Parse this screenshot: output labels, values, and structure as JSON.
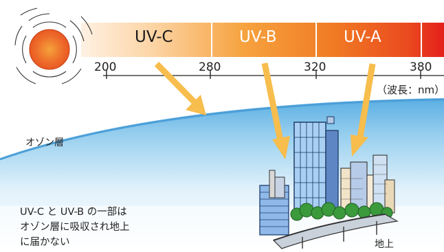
{
  "bands": [
    {
      "label": "UV-C",
      "color": "#1a1a1a"
    },
    {
      "label": "UV-B",
      "color": "#ffffff"
    },
    {
      "label": "UV-A",
      "color": "#ffffff"
    }
  ],
  "wavelengths": [
    "200",
    "280",
    "320",
    "380"
  ],
  "unit": "（波長：nm）",
  "ozone_label": "オゾン層",
  "note_lines": [
    "UV-C と UV-B の一部は",
    "オゾン層に吸収され地上",
    "に届かない"
  ],
  "ground_label": "地上",
  "colors": {
    "arrow": "#f7bd4d",
    "sky": "#7bbde6",
    "bar_start": "#fde3c6",
    "bar_end": "#e8211c"
  }
}
